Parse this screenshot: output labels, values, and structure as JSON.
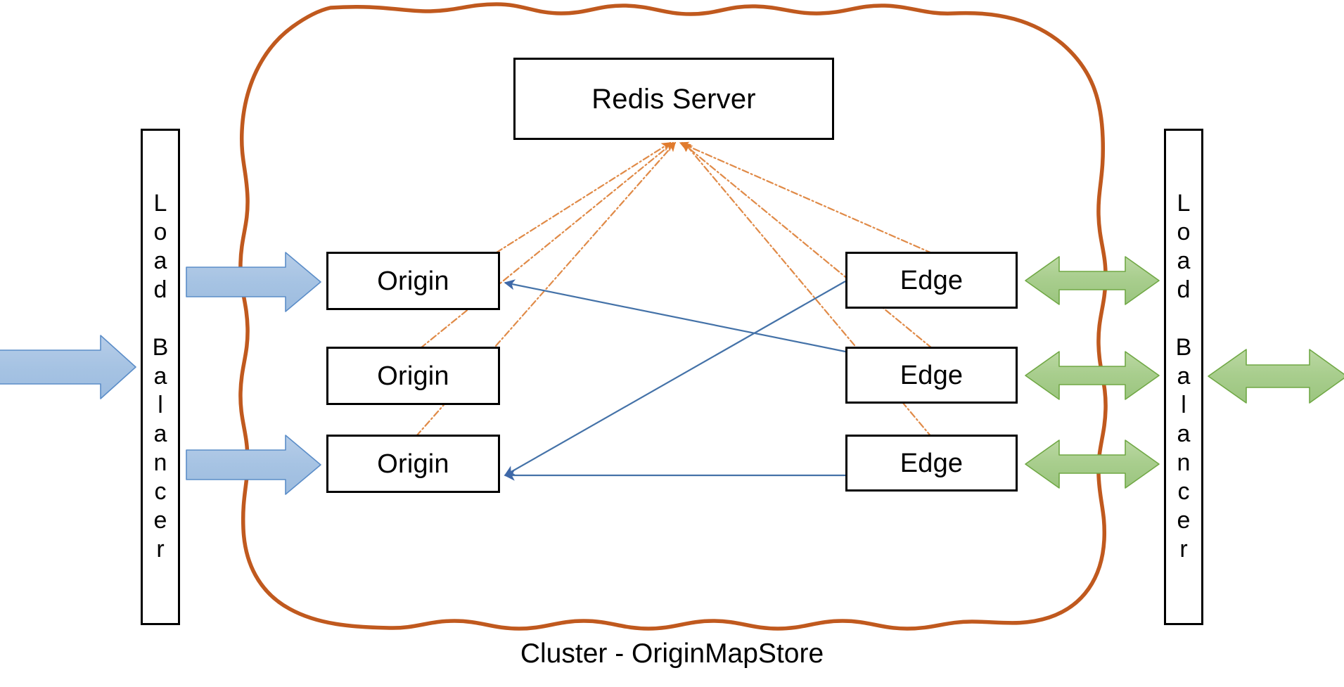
{
  "diagram": {
    "title": "Cluster - OriginMapStore",
    "caption": "Cluster - OriginMapStore",
    "colors": {
      "box_border": "#000000",
      "cluster_boundary": "#C0591E",
      "redis_link": "#E08A47",
      "blue_arrow_fill": "#A6C3E3",
      "blue_arrow_stroke": "#5B8DC8",
      "blue_connector": "#4472A8",
      "green_arrow_fill": "#A9CE8E",
      "green_arrow_stroke": "#70A845",
      "background": "#FFFFFF"
    }
  },
  "redis": {
    "label": "Redis Server"
  },
  "load_balancers": {
    "left": {
      "label": "Load Balancer",
      "letters": [
        "L",
        "o",
        "a",
        "d",
        "B",
        "a",
        "l",
        "a",
        "n",
        "c",
        "e",
        "r"
      ]
    },
    "right": {
      "label": "Load Balancer",
      "letters": [
        "L",
        "o",
        "a",
        "d",
        "B",
        "a",
        "l",
        "a",
        "n",
        "c",
        "e",
        "r"
      ]
    }
  },
  "origins": [
    {
      "label": "Origin"
    },
    {
      "label": "Origin"
    },
    {
      "label": "Origin"
    }
  ],
  "edges": [
    {
      "label": "Edge"
    },
    {
      "label": "Edge"
    },
    {
      "label": "Edge"
    }
  ],
  "arrows": {
    "ingress_external": {
      "direction": "right",
      "color": "#A6C3E3"
    },
    "ingress_to_origin_1": {
      "direction": "right",
      "color": "#A6C3E3"
    },
    "ingress_to_origin_3": {
      "direction": "right",
      "color": "#A6C3E3"
    },
    "edge_1_to_lb": {
      "direction": "both",
      "color": "#A9CE8E"
    },
    "edge_2_to_lb": {
      "direction": "both",
      "color": "#A9CE8E"
    },
    "edge_3_to_lb": {
      "direction": "both",
      "color": "#A9CE8E"
    },
    "egress_external": {
      "direction": "both",
      "color": "#A9CE8E"
    }
  },
  "links": {
    "redis_to_nodes": [
      {
        "from": "Redis Server",
        "to": "Origin 1",
        "style": "dash-dot",
        "color": "#E08A47"
      },
      {
        "from": "Redis Server",
        "to": "Origin 2",
        "style": "dash-dot",
        "color": "#E08A47"
      },
      {
        "from": "Redis Server",
        "to": "Origin 3",
        "style": "dash-dot",
        "color": "#E08A47"
      },
      {
        "from": "Redis Server",
        "to": "Edge 1",
        "style": "dash-dot",
        "color": "#E08A47"
      },
      {
        "from": "Redis Server",
        "to": "Edge 2",
        "style": "dash-dot",
        "color": "#E08A47"
      },
      {
        "from": "Redis Server",
        "to": "Edge 3",
        "style": "dash-dot",
        "color": "#E08A47"
      }
    ],
    "edge_to_origin": [
      {
        "from": "Edge 2",
        "to": "Origin 1",
        "style": "solid",
        "color": "#4472A8"
      },
      {
        "from": "Edge 1",
        "to": "Origin 3",
        "style": "solid",
        "color": "#4472A8"
      },
      {
        "from": "Edge 3",
        "to": "Origin 3",
        "style": "solid",
        "color": "#4472A8"
      }
    ]
  }
}
